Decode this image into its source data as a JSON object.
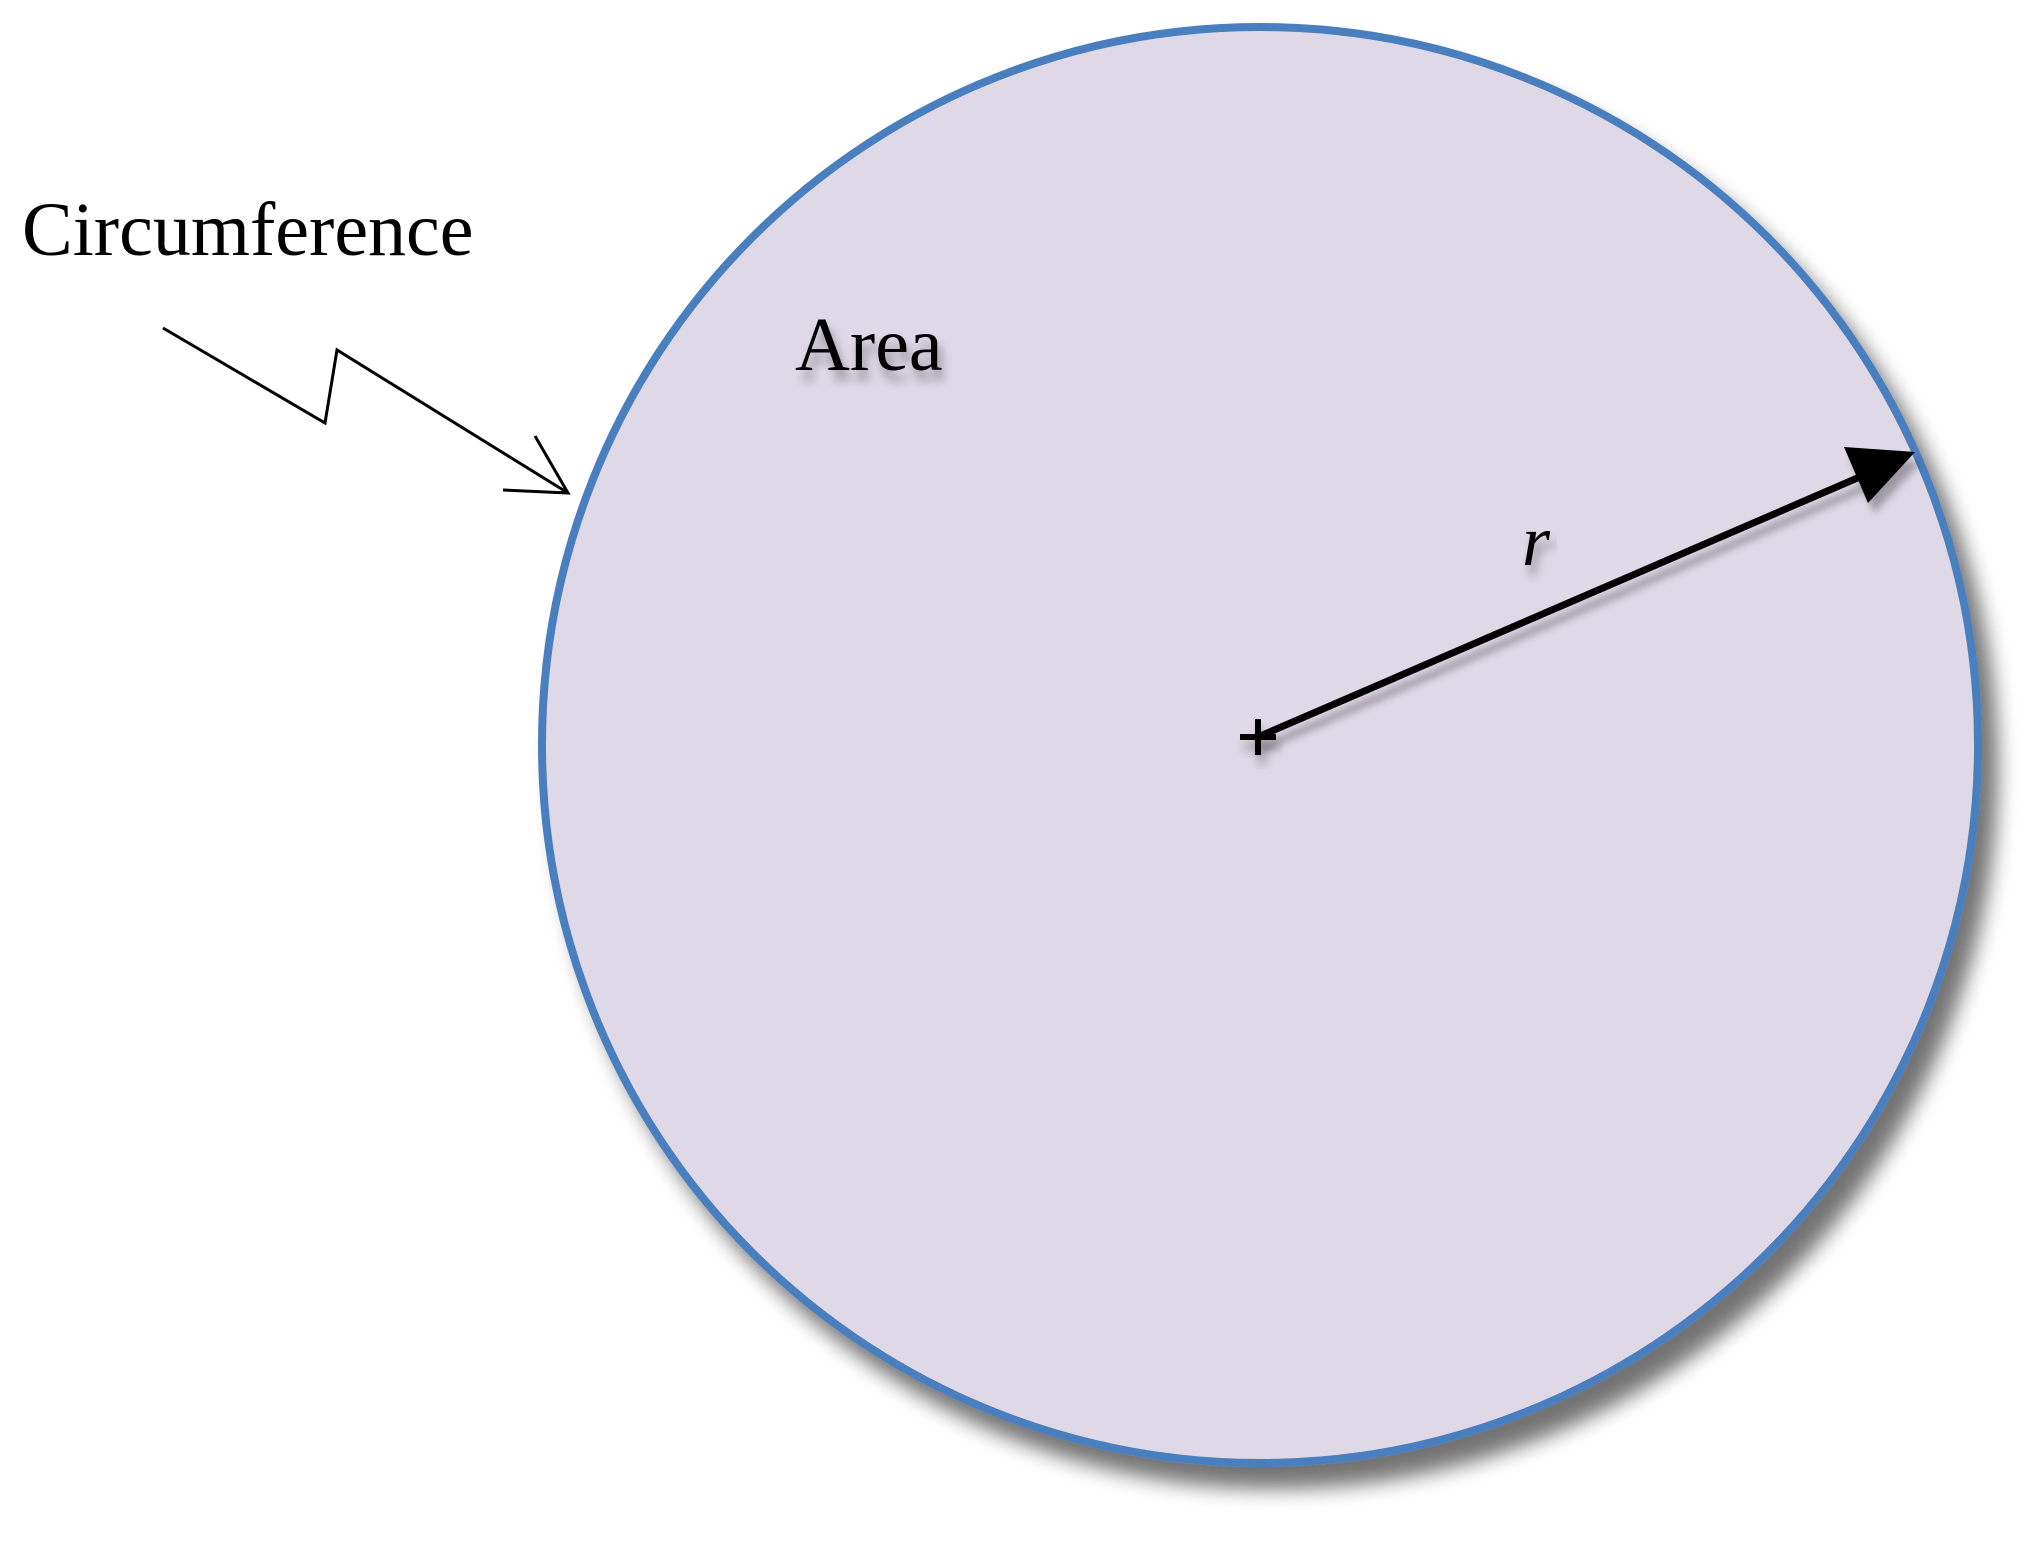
{
  "labels": {
    "circumference": "Circumference",
    "area": "Area",
    "radius": "r",
    "center_marker": "+"
  },
  "colors": {
    "circle_fill": "#dfd8e6",
    "circle_stroke": "#4a7ebf",
    "arrow": "#000000",
    "text": "#000000",
    "background": "#ffffff"
  },
  "icons": {
    "pointer": "lightning-arrow-icon",
    "radius": "arrow-icon",
    "center": "plus-icon"
  }
}
